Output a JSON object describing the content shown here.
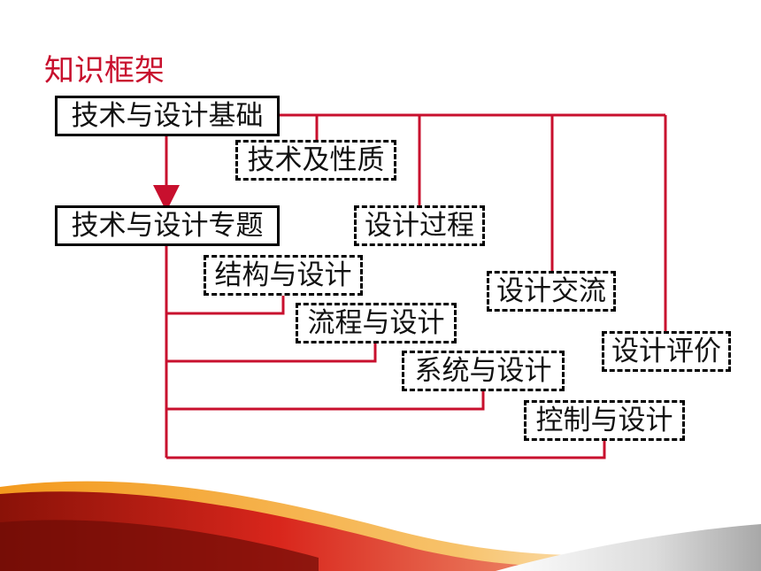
{
  "title": "知识框架",
  "nodes": {
    "foundation": "技术与设计基础",
    "nature": "技术及性质",
    "process": "设计过程",
    "communication": "设计交流",
    "evaluation": "设计评价",
    "topics": "技术与设计专题",
    "structure": "结构与设计",
    "flow": "流程与设计",
    "system": "系统与设计",
    "control": "控制与设计"
  },
  "colors": {
    "accent": "#c8102e",
    "connector": "#c8102e"
  }
}
